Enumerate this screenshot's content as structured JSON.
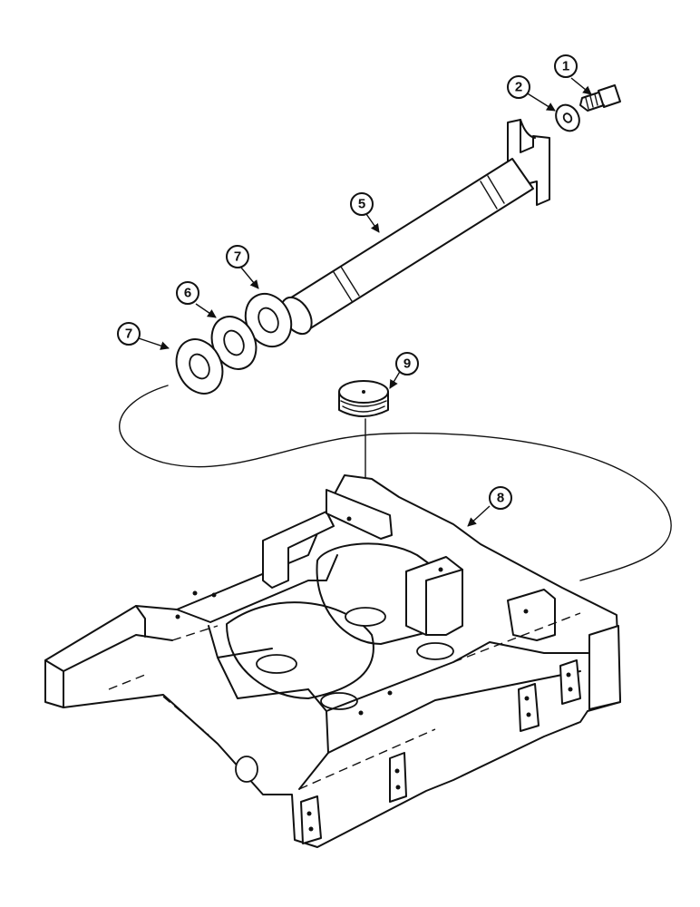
{
  "callouts": {
    "c1": "1",
    "c2": "2",
    "c5": "5",
    "c6": "6",
    "c7a": "7",
    "c7b": "7",
    "c8": "8",
    "c9": "9"
  }
}
